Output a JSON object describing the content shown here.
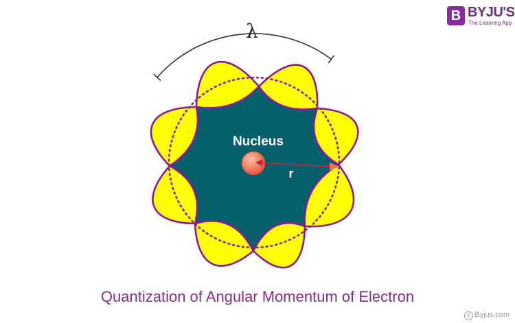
{
  "brand": {
    "badge_letter": "B",
    "name": "BYJU'S",
    "tagline": "The Learning App",
    "purple": "#8a2aa0"
  },
  "labels": {
    "wavelength": "λ",
    "nucleus": "Nucleus",
    "radius": "r"
  },
  "caption": "Quantization of Angular Momentum of Electron",
  "watermark": "Byjus.com",
  "colors": {
    "lobe_fill": "#ffff00",
    "lobe_stroke": "#8b1a9a",
    "core_fill": "#05606b",
    "orbit_dots": "#8b1a9a",
    "nucleus_fill": "#f07050",
    "radius_line": "#d02040",
    "caption": "#8e2a8e"
  }
}
